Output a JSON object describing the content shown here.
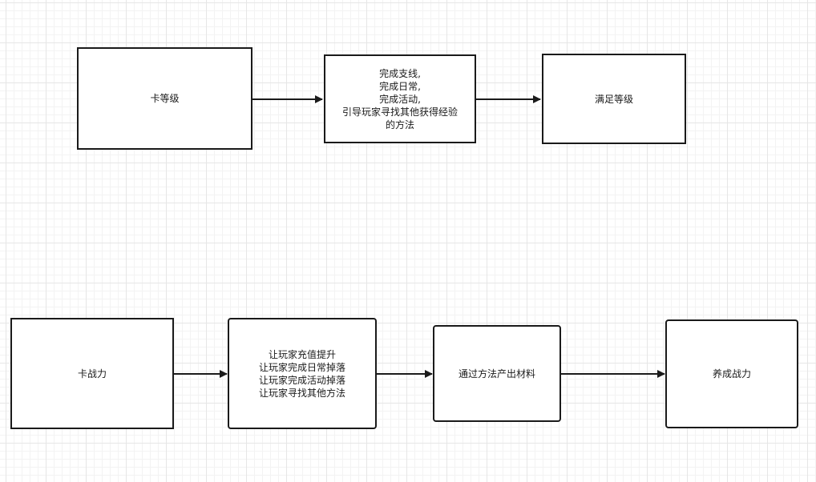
{
  "diagram": {
    "row1": {
      "box1": "卡等级",
      "box2": "完成支线,\n完成日常,\n完成活动,\n引导玩家寻找其他获得经验\n的方法",
      "box3": "满足等级"
    },
    "row2": {
      "box1": "卡战力",
      "box2": "让玩家充值提升\n让玩家完成日常掉落\n让玩家完成活动掉落\n让玩家寻找其他方法",
      "box3": "通过方法产出材料",
      "box4": "养成战力"
    }
  }
}
